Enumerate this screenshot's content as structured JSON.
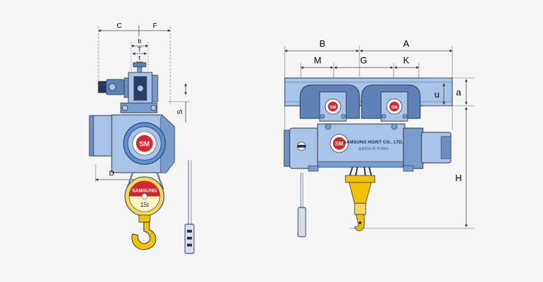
{
  "colors": {
    "background": "#f5f5f6",
    "body_blue": "#a9c4e6",
    "body_dark": "#5f82b6",
    "outline": "#26344f",
    "drum_blue": "#5f8ed0",
    "logo_red": "#d9252b",
    "hook_yellow": "#f2c200",
    "hook_ring": "#f5d75a",
    "dim_line": "#444444",
    "motor_navy": "#27375e"
  },
  "side_view": {
    "dimension_labels": {
      "c": "C",
      "f": "F",
      "b": "b",
      "t_upper": "T",
      "t_lower": "t",
      "s": "S",
      "d": "D"
    },
    "plate": {
      "brand": "SAMSUNG",
      "capacity": "15t"
    },
    "logo_text": "SM"
  },
  "front_view": {
    "dimension_labels": {
      "b": "B",
      "a": "A",
      "m": "M",
      "g": "G",
      "k": "K",
      "u": "u",
      "a_small": "a",
      "h": "H"
    },
    "nameplate": {
      "company": "SAMSUNG HOIST CO., LTD.",
      "korean": "삼성호이스트 주식회사"
    },
    "logo_text": "SM",
    "wheel_logo_text": "SM"
  }
}
